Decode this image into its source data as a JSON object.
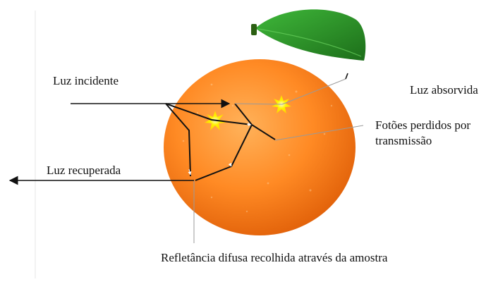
{
  "labels": {
    "incident_light": "Luz incidente",
    "absorbed_light": "Luz absorvida",
    "lost_photons": "Fotões perdidos por transmissão",
    "recovered_light": "Luz recuperada",
    "diffuse_reflectance": "Refletância difusa recolhida através da amostra"
  },
  "colors": {
    "orange_light": "#ff9a3c",
    "orange_dark": "#e2620a",
    "leaf": "#2f9a2a",
    "leaf_dark": "#1d6e1a",
    "light_source": "#ffe600",
    "line": "#111111"
  },
  "icons": {
    "fruit": "orange-fruit",
    "sparkle": "light-burst-icon"
  }
}
